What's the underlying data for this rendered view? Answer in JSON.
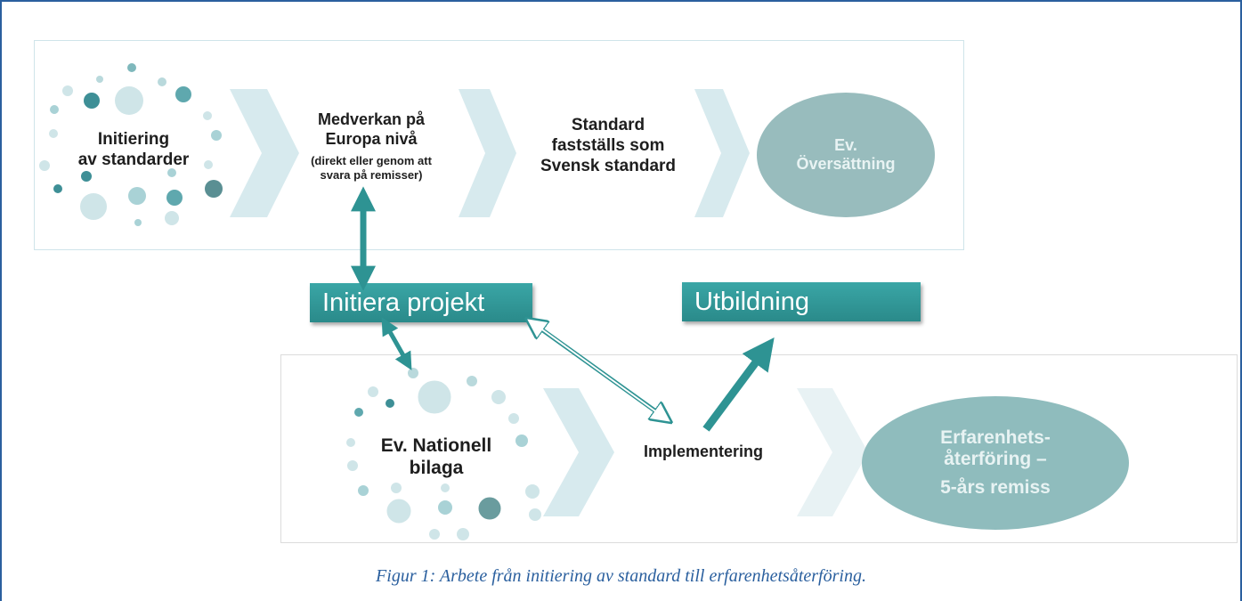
{
  "steps_top": {
    "step1": [
      "Initiering",
      "av standarder"
    ],
    "step2_title": [
      "Medverkan på",
      "Europa nivå"
    ],
    "step2_note": [
      "(direkt eller genom att",
      "svara på remisser)"
    ],
    "step3": [
      "Standard",
      "fastställs som",
      "Svensk standard"
    ],
    "step4": [
      "Ev.",
      "Översättning"
    ]
  },
  "steps_bottom": {
    "step1": [
      "Ev. Nationell",
      "bilaga"
    ],
    "step2": "Implementering",
    "step3": [
      "Erfarenhets-",
      "återföring –",
      "5-års remiss"
    ]
  },
  "boxes": {
    "initiera": "Initiera  projekt",
    "utbildning": "Utbildning"
  },
  "caption": "Figur 1: Arbete från initiering av standard till erfarenhetsåterföring.",
  "colors": {
    "teal": "#2e9393",
    "frame": "#2a5f9e",
    "oval_top": "#98bcbd",
    "oval_bottom": "#8fbcbd",
    "chevron": "#d7eaee"
  }
}
